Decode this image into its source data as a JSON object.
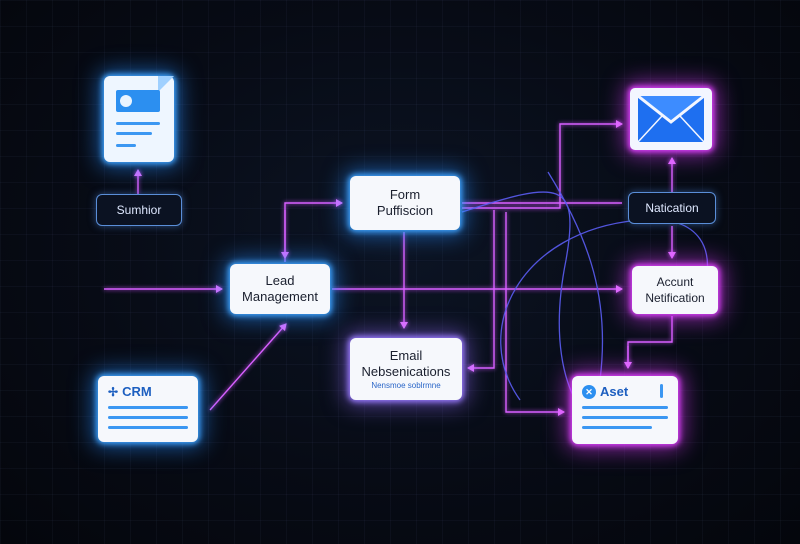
{
  "nodes": {
    "submitter": {
      "label": "Sumhior"
    },
    "form": {
      "line1": "Form",
      "line2": "Puffiscion"
    },
    "lead": {
      "line1": "Lead",
      "line2": "Management"
    },
    "email": {
      "line1": "Email",
      "line2": "Nebsenications",
      "sub": "Nensmoe soblrmne"
    },
    "notification": {
      "label": "Natication"
    },
    "account": {
      "line1": "Accunt",
      "line2": "Netification"
    },
    "crm": {
      "label": "CRM",
      "icon": "plus-cross-icon"
    },
    "asset": {
      "label": "Aset",
      "icon": "x-circle-icon"
    }
  },
  "colors": {
    "edge": "#e060ff",
    "curve": "#5b5ef0",
    "glow_blue": "#3fa4ff",
    "glow_pink": "#e040ff"
  },
  "icons": [
    "document-icon",
    "envelope-icon"
  ]
}
